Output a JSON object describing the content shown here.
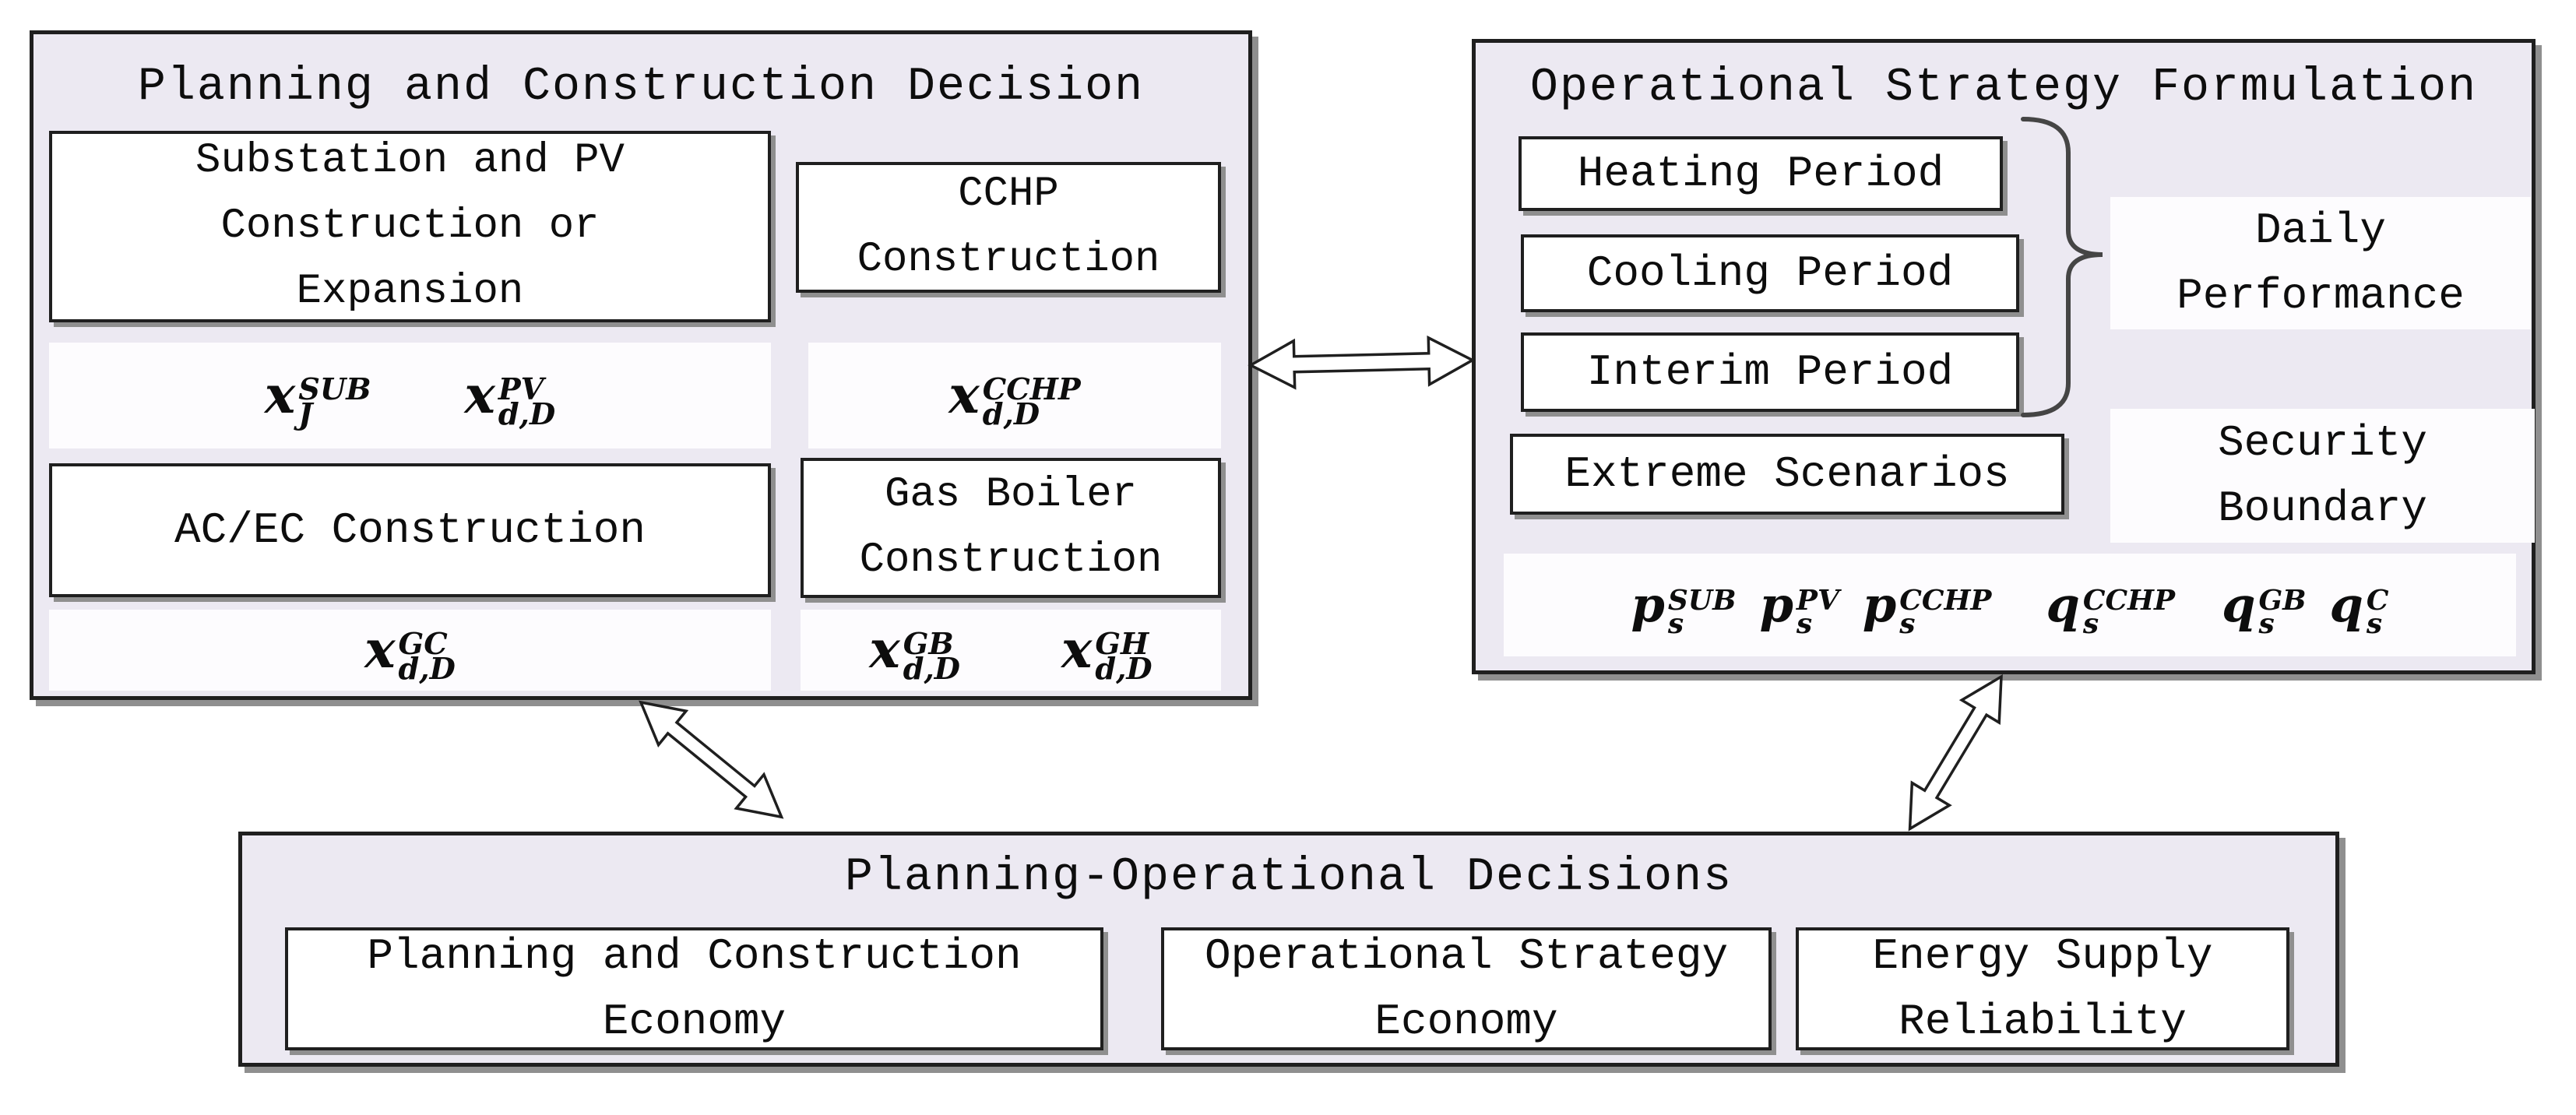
{
  "colors": {
    "panel_bg": "#ece9f2",
    "box_bg": "#ffffff",
    "strip_bg": "#fdfcfe",
    "line": "#1f1f1f",
    "shadow": "#8f8f8f"
  },
  "planning_panel": {
    "title": "Planning and Construction Decision",
    "substation_box": [
      "Substation and PV",
      "Construction or",
      "Expansion"
    ],
    "cchp_box": [
      "CCHP",
      "Construction"
    ],
    "acec_box": [
      "AC/EC Construction"
    ],
    "gas_boiler_box": [
      "Gas Boiler",
      "Construction"
    ],
    "vars": {
      "sub": {
        "base": "x",
        "sup": "SUB",
        "sub": "J"
      },
      "pv": {
        "base": "x",
        "sup": "PV",
        "sub": "d,D"
      },
      "cchp": {
        "base": "x",
        "sup": "CCHP",
        "sub": "d,D"
      },
      "gc": {
        "base": "x",
        "sup": "GC",
        "sub": "d,D"
      },
      "gb": {
        "base": "x",
        "sup": "GB",
        "sub": "d,D"
      },
      "gh": {
        "base": "x",
        "sup": "GH",
        "sub": "d,D"
      }
    }
  },
  "operational_panel": {
    "title": "Operational Strategy Formulation",
    "periods": [
      "Heating Period",
      "Cooling Period",
      "Interim Period"
    ],
    "extreme_box": "Extreme Scenarios",
    "daily_label": [
      "Daily",
      "Performance"
    ],
    "security_label": [
      "Security",
      "Boundary"
    ],
    "vars": [
      {
        "base": "p",
        "sup": "SUB",
        "sub": "s"
      },
      {
        "base": "p",
        "sup": "PV",
        "sub": "s"
      },
      {
        "base": "p",
        "sup": "CCHP",
        "sub": "s"
      },
      {
        "base": "q",
        "sup": "CCHP",
        "sub": "s"
      },
      {
        "base": "q",
        "sup": "GB",
        "sub": "s"
      },
      {
        "base": "q",
        "sup": "C",
        "sub": "s"
      }
    ]
  },
  "decisions_panel": {
    "title": "Planning-Operational Decisions",
    "boxes": [
      [
        "Planning and Construction",
        "Economy"
      ],
      [
        "Operational Strategy",
        "Economy"
      ],
      [
        "Energy Supply",
        "Reliability"
      ]
    ]
  }
}
